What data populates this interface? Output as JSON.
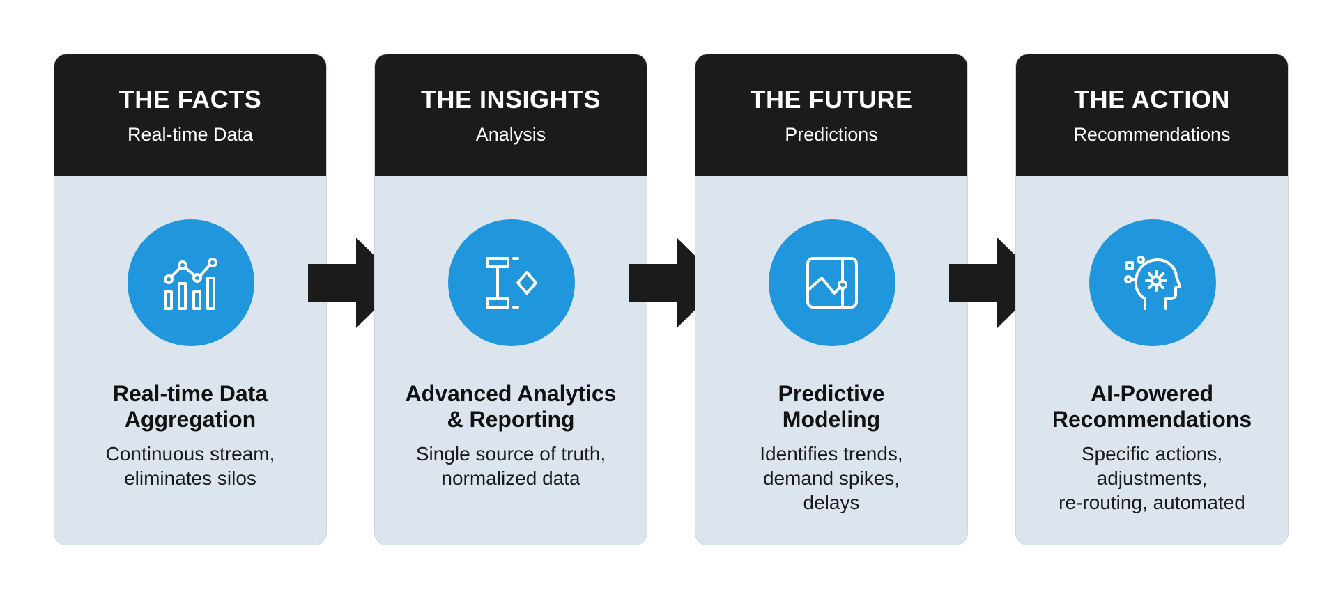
{
  "stages": [
    {
      "title": "THE FACTS",
      "subtitle": "Real-time Data",
      "heading": "Real-time Data\nAggregation",
      "description": "Continuous stream,\neliminates silos",
      "icon": "analytics-chart-icon"
    },
    {
      "title": "THE INSIGHTS",
      "subtitle": "Analysis",
      "heading": "Advanced Analytics\n& Reporting",
      "description": "Single source of truth,\nnormalized data",
      "icon": "text-cursor-diamond-icon"
    },
    {
      "title": "THE FUTURE",
      "subtitle": "Predictions",
      "heading": "Predictive\nModeling",
      "description": "Identifies trends,\ndemand spikes,\ndelays",
      "icon": "framed-trend-chart-icon"
    },
    {
      "title": "THE ACTION",
      "subtitle": "Recommendations",
      "heading": "AI-Powered\nRecommendations",
      "description": "Specific actions,\nadjustments,\nre-routing, automated",
      "icon": "ai-head-gear-icon"
    }
  ],
  "colors": {
    "header_bg": "#1b1b1b",
    "card_bg": "#dce4ee",
    "icon_circle": "#2097dc",
    "arrow": "#1b1b1b"
  }
}
